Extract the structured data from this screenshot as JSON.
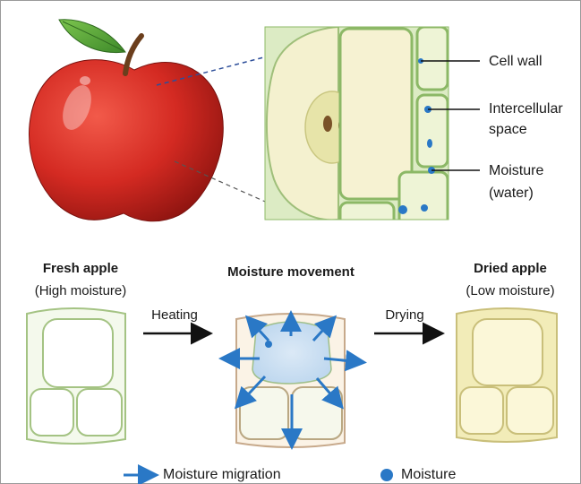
{
  "labels": {
    "cell_wall": "Cell wall",
    "intercellular_line1": "Intercellular",
    "intercellular_line2": "space",
    "moisture_line1": "Moisture",
    "moisture_line2": "(water)"
  },
  "stages": {
    "fresh_title": "Fresh apple",
    "fresh_sub": "(High moisture)",
    "movement_title": "Moisture movement",
    "dried_title": "Dried apple",
    "dried_sub": "(Low moisture)"
  },
  "arrows": {
    "heating": "Heating",
    "drying": "Drying"
  },
  "legend": {
    "migration": "Moisture migration",
    "moisture": "Moisture"
  },
  "colors": {
    "apple_red": "#d42a22",
    "leaf_green": "#4c9a34",
    "flesh": "#f3efc4",
    "tissue_green": "#cfe4b0",
    "moisture_blue": "#2a78c6",
    "dried_yellow": "#f2ecb8"
  }
}
